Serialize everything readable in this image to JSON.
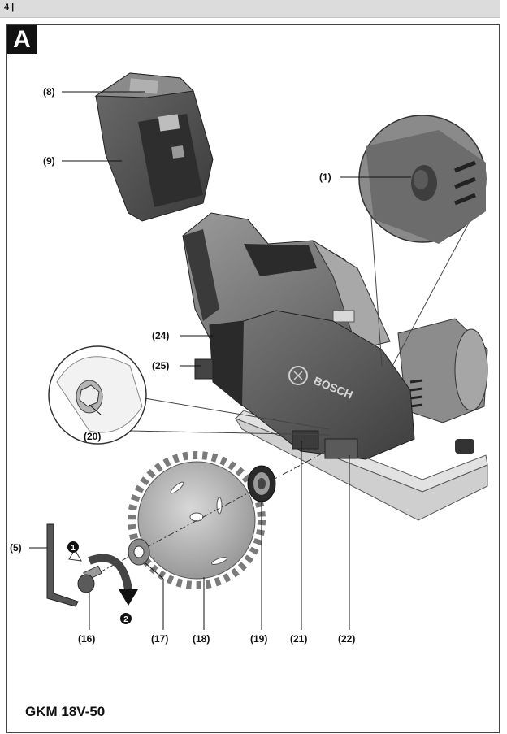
{
  "header": {
    "page_number": "4 |"
  },
  "figure": {
    "section_letter": "A",
    "brand_text": "BOSCH",
    "step_markers": [
      "1",
      "2"
    ],
    "callouts": {
      "c8": "(8)",
      "c9": "(9)",
      "c1": "(1)",
      "c24": "(24)",
      "c25": "(25)",
      "c20": "(20)",
      "c5": "(5)",
      "c16": "(16)",
      "c17": "(17)",
      "c18": "(18)",
      "c19": "(19)",
      "c21": "(21)",
      "c22": "(22)"
    }
  },
  "footer": {
    "model": "GKM 18V-50"
  }
}
